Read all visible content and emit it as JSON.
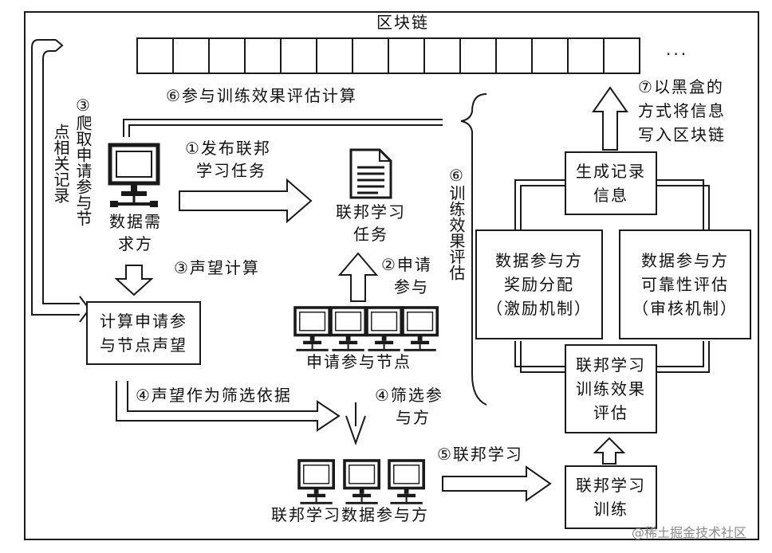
{
  "blockchain": {
    "title": "区块链",
    "ellipsis": "···"
  },
  "nodes": {
    "requester": {
      "line1": "数据需",
      "line2": "求方"
    },
    "task_doc": {
      "line1": "联邦学习",
      "line2": "任务"
    },
    "applicants": {
      "label": "申请参与节点"
    },
    "participants": {
      "label": "联邦学习数据参与方"
    }
  },
  "boxes": {
    "calc_reputation": {
      "line1": "计算申请参",
      "line2": "与节点声望"
    },
    "record_info": {
      "line1": "生成记录",
      "line2": "信息"
    },
    "reward": {
      "line1": "数据参与方",
      "line2": "奖励分配",
      "line3": "（激励机制）"
    },
    "reliability": {
      "line1": "数据参与方",
      "line2": "可靠性评估",
      "line3": "（审核机制）"
    },
    "fl_eval": {
      "line1": "联邦学习",
      "line2": "训练效果",
      "line3": "评估"
    },
    "fl_train": {
      "line1": "联邦学习",
      "line2": "训练"
    }
  },
  "steps": {
    "s1": {
      "line1": "①发布联邦",
      "line2": "学习任务"
    },
    "s2": {
      "line1": "②申请",
      "line2": "参与"
    },
    "s3_crawl_col1": "③爬取申请参与节",
    "s3_crawl_col2": "点相关记录",
    "s3_rep": "③声望计算",
    "s4_basis": "④声望作为筛选依据",
    "s4_screen": {
      "line1": "④筛选参",
      "line2": "与方"
    },
    "s5": "⑤联邦学习",
    "s6_calc": "⑥参与训练效果评估计算",
    "s6_eval": "⑥训练效果评估",
    "s7": {
      "line1": "⑦以黑盒的",
      "line2": "方式将信息",
      "line3": "写入区块链"
    }
  },
  "watermark": "@稀土掘金技术社区"
}
